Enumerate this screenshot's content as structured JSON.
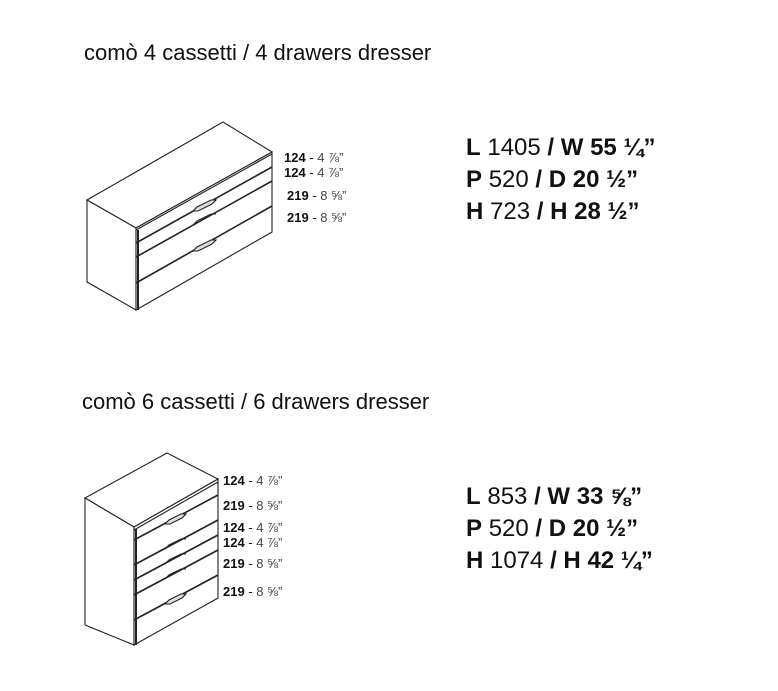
{
  "sections": [
    {
      "title_it": "comò 4 cassetti",
      "title_sep": " / ",
      "title_en": "4 drawers dresser",
      "drawers": [
        {
          "mm": "124",
          "in": "4 ⅞”"
        },
        {
          "mm": "124",
          "in": "4 ⅞”"
        },
        {
          "mm": "219",
          "in": "8 ⅝”"
        },
        {
          "mm": "219",
          "in": "8 ⅝”"
        }
      ],
      "specs": [
        {
          "k1": "L",
          "v1": "1405",
          "k2": "W",
          "v2": "55 ¼”"
        },
        {
          "k1": "P",
          "v1": "520",
          "k2": "D",
          "v2": "20 ½”"
        },
        {
          "k1": "H",
          "v1": "723",
          "k2": "H",
          "v2": "28 ½”"
        }
      ]
    },
    {
      "title_it": "comò 6 cassetti",
      "title_sep": " / ",
      "title_en": "6 drawers dresser",
      "drawers": [
        {
          "mm": "124",
          "in": "4 ⅞”"
        },
        {
          "mm": "219",
          "in": "8 ⅝”"
        },
        {
          "mm": "124",
          "in": "4 ⅞”"
        },
        {
          "mm": "124",
          "in": "4 ⅞”"
        },
        {
          "mm": "219",
          "in": "8 ⅝”"
        },
        {
          "mm": "219",
          "in": "8 ⅝”"
        }
      ],
      "specs": [
        {
          "k1": "L",
          "v1": "853",
          "k2": "W",
          "v2": "33 ⅝”"
        },
        {
          "k1": "P",
          "v1": "520",
          "k2": "D",
          "v2": "20 ½”"
        },
        {
          "k1": "H",
          "v1": "1074",
          "k2": "H",
          "v2": "42 ¼”"
        }
      ]
    }
  ]
}
